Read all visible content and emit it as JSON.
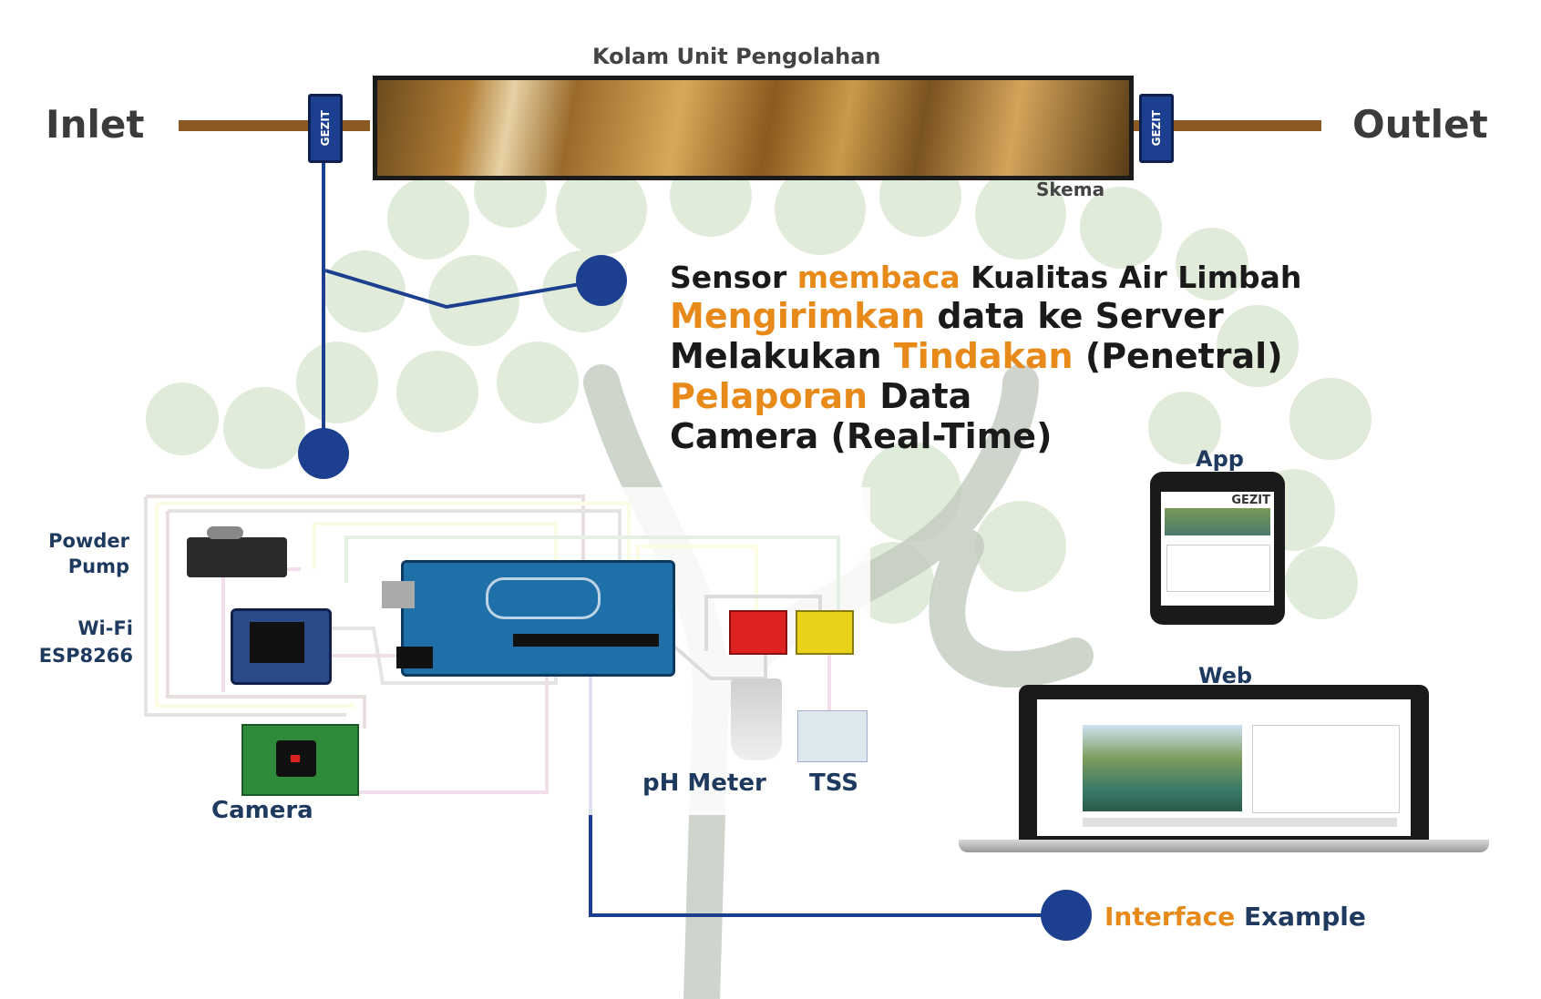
{
  "pond": {
    "title": "Kolam Unit Pengolahan",
    "caption": "Skema",
    "inlet": "Inlet",
    "outlet": "Outlet",
    "valve_label": "GEZIT"
  },
  "steps": [
    {
      "parts": [
        {
          "t": "Sensor ",
          "a": false
        },
        {
          "t": "membaca",
          "a": true
        },
        {
          "t": " Kualitas Air Limbah",
          "a": false
        }
      ]
    },
    {
      "parts": [
        {
          "t": "Mengirimkan",
          "a": true
        },
        {
          "t": " data ke Server",
          "a": false
        }
      ]
    },
    {
      "parts": [
        {
          "t": "Melakukan ",
          "a": false
        },
        {
          "t": "Tindakan",
          "a": true
        },
        {
          "t": " (Penetral)",
          "a": false
        }
      ]
    },
    {
      "parts": [
        {
          "t": "Pelaporan",
          "a": true
        },
        {
          "t": " Data",
          "a": false
        }
      ]
    },
    {
      "parts": [
        {
          "t": "Camera (Real-Time)",
          "a": false
        }
      ]
    }
  ],
  "components": {
    "powder_pump": "Powder\nPump",
    "wifi": "Wi-Fi\nESP8266",
    "camera": "Camera",
    "ph_meter": "pH Meter",
    "tss": "TSS",
    "app": "App",
    "web": "Web",
    "app_brand": "GEZIT"
  },
  "interface": {
    "accent": "Interface",
    "rest": " Example"
  },
  "colors": {
    "accent": "#e88a1a",
    "line": "#1d3f8f",
    "tree": "#c9dcc0",
    "pipe": "#8a5a22"
  }
}
